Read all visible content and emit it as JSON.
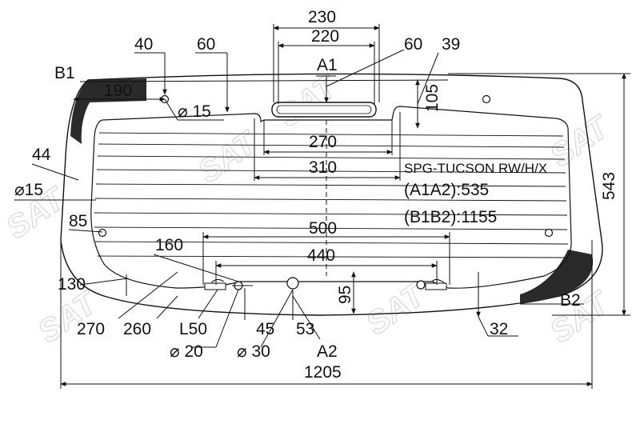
{
  "part_code": "SPG-TUCSON RW/H/X",
  "formulas": {
    "a1a2": "(A1A2):535",
    "b1b2": "(B1B2):1155"
  },
  "points": {
    "a1": "A1",
    "a2": "A2",
    "b1": "B1",
    "b2": "B2"
  },
  "dimensions": {
    "d230": "230",
    "d220": "220",
    "d40": "40",
    "d60_left": "60",
    "d60_right": "60",
    "d39": "39",
    "d105": "105",
    "d190": "190",
    "d_hole15_top": "⌀ 15",
    "d270_top": "270",
    "d310": "310",
    "d44": "44",
    "d_hole15_left": "⌀15",
    "d85": "85",
    "d500": "500",
    "d160": "160",
    "d440": "440",
    "d95": "95",
    "d130": "130",
    "d543": "543",
    "d270_bottom": "270",
    "d260": "260",
    "l50": "L50",
    "d45": "45",
    "d53": "53",
    "d32": "32",
    "d_hole20": "⌀ 20",
    "d_hole30": "⌀ 30",
    "d1205": "1205"
  },
  "watermark": "SAT",
  "colors": {
    "line": "#111111",
    "ceramic_band": "#2a2a2a",
    "watermark": "#d9d9d9"
  }
}
